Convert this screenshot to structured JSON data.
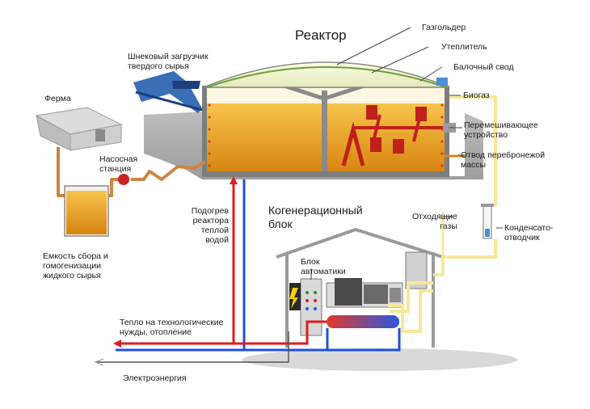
{
  "colors": {
    "liquid_top": "#f5b832",
    "liquid_bottom": "#d9850f",
    "dome": "#eef2c8",
    "ground": "#a9a9a9",
    "pipe_orange": "#cd853f",
    "pipe_red": "#dc1e1e",
    "pipe_blue": "#1e4fd8",
    "pipe_yellow": "#f7e79a",
    "building_line": "#9a9a9a",
    "stirrer": "#c0201a"
  },
  "labels": {
    "reactor": "Реактор",
    "gasholder": "Газгольдер",
    "insulation": "Утеплитель",
    "beam_vault": "Балочный свод",
    "biogas": "Биогаз",
    "auger_loader": "Шнековый загрузчик\nтвердого сырья",
    "farm": "Ферма",
    "pump_station": "Насосная\nстанция",
    "mixer": "Перемешивающее\nустройство",
    "digestate_outlet": "Отвод перебронежой\nмассы",
    "heating": "Подогрев\nреактора\nтеплой\nводой",
    "cogeneration": "Когенерационный\nблок",
    "exhaust": "Отходящие\nгазы",
    "condensate": "Конденсато-\nотводчик",
    "collection_tank": "Емкость сбора и\nгомогенизации\nжидкого сырья",
    "automation": "Блок\nавтоматики",
    "process_heat": "Тепло на технологические\nнужды, отопление",
    "electricity": "Электроэнергия"
  }
}
